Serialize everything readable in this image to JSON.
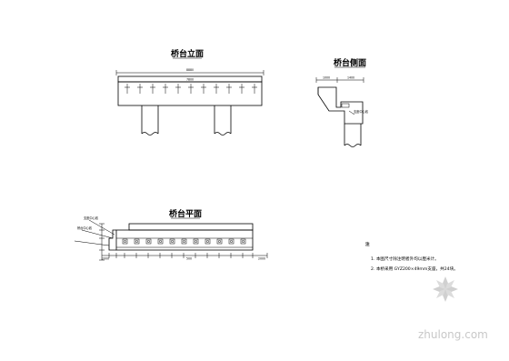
{
  "drawing": {
    "elevation": {
      "title": "桥台立面",
      "overall_dim": "8880",
      "sub_dim": "7800"
    },
    "side": {
      "title": "桥台侧面",
      "dim_left": "1000",
      "dim_right": "1400",
      "callout": "支座中心线"
    },
    "plan": {
      "title": "桥台平面",
      "callouts": [
        "支座中心线",
        "桥台中心线"
      ],
      "dim_end": "2000",
      "dim_mid": "500"
    },
    "notes": {
      "heading": "注",
      "items": [
        "1. 本图尺寸除注明者外均以厘米计。",
        "2. 本桥采用 GYZ200×49mm支座，共24块。"
      ]
    },
    "watermark": {
      "text": "zhulong.com"
    },
    "colors": {
      "line": "#000000",
      "watermark": "#c8c8c8"
    }
  }
}
